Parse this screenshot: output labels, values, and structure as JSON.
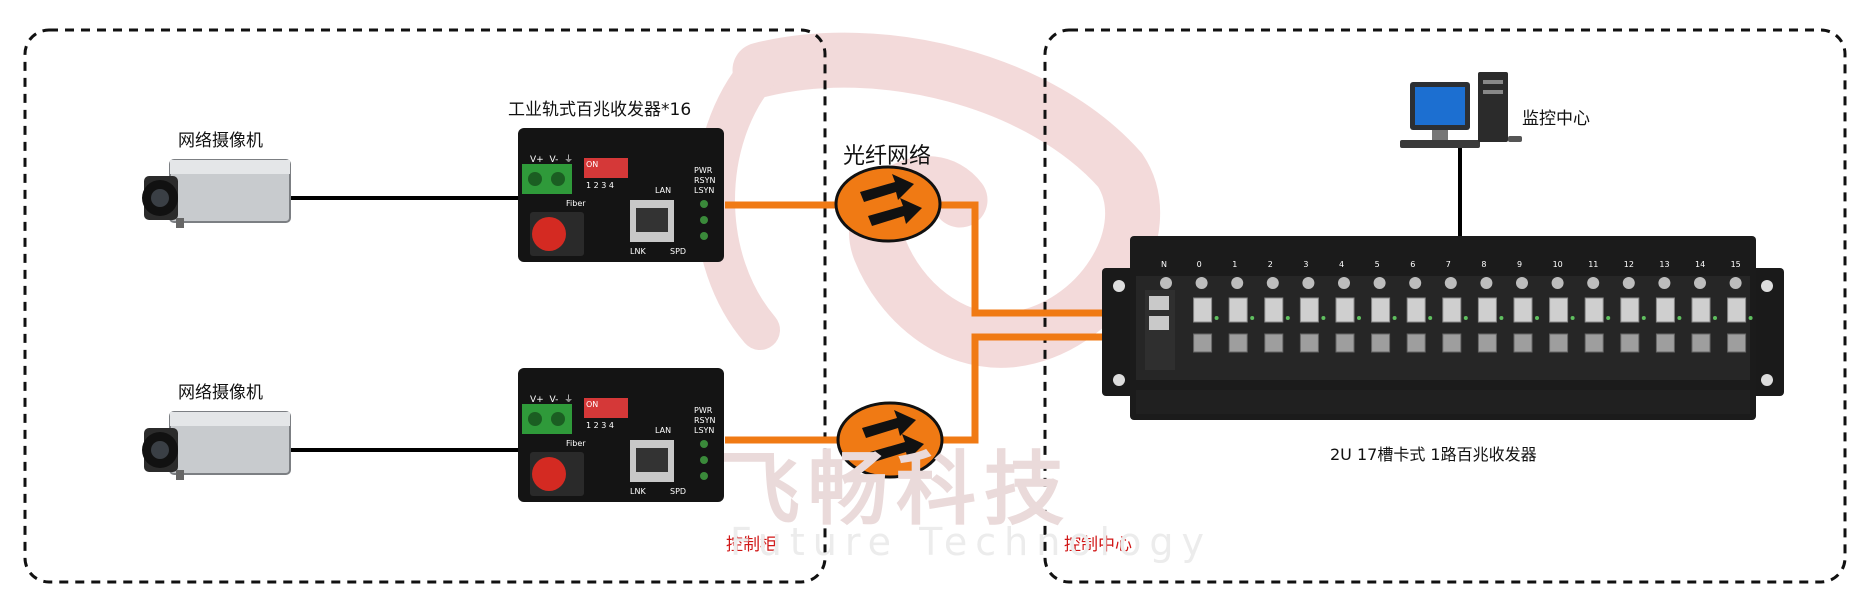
{
  "labels": {
    "camera_top": "网络摄像机",
    "camera_bottom": "网络摄像机",
    "transceiver_title": "工业轨式百兆收发器*16",
    "fiber_network": "光纤网络",
    "monitor_center": "监控中心",
    "rack_caption": "2U 17槽卡式 1路百兆收发器",
    "cabinet_zone": "控制柜",
    "center_zone": "控制中心"
  },
  "device": {
    "terminals": [
      "V+",
      "V-",
      "⏚"
    ],
    "dip_on": "ON",
    "dip_numbers": "1 2 3 4",
    "fiber": "Fiber",
    "lan": "LAN",
    "leds": [
      "PWR",
      "RSYN",
      "LSYN"
    ],
    "lnk": "LNK",
    "spd": "SPD"
  },
  "rack": {
    "slots": [
      "N",
      "0",
      "1",
      "2",
      "3",
      "4",
      "5",
      "6",
      "7",
      "8",
      "9",
      "10",
      "11",
      "12",
      "13",
      "14",
      "15"
    ]
  },
  "watermark": {
    "cn": "飞畅科技",
    "en": "Future Technology"
  },
  "colors": {
    "fiber": "#f07a14",
    "zone_border": "#111111",
    "zone_label": "#d01515",
    "device_body": "#141414",
    "watermark": "#e9c7c7"
  }
}
